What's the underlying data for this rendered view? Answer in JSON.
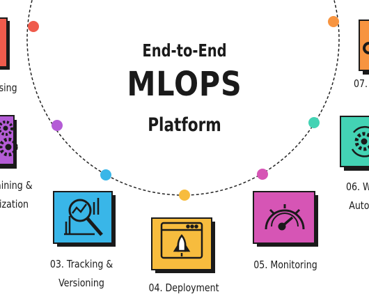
{
  "title": {
    "line1": "End-to-End",
    "line2": "MLOPS",
    "line3": "Platform"
  },
  "steps": [
    {
      "id": "processing",
      "label_lines": [
        "ssing"
      ],
      "color": "#ef5b4c",
      "icon": "partial-icon"
    },
    {
      "id": "training",
      "label_lines": [
        "aining &",
        "ization"
      ],
      "color": "#b45cd6",
      "icon": "gears-icon"
    },
    {
      "id": "tracking",
      "label_lines": [
        "03. Tracking &",
        "Versioning"
      ],
      "color": "#39b6e8",
      "icon": "magnifier-chart-icon"
    },
    {
      "id": "deployment",
      "label_lines": [
        "04. Deployment"
      ],
      "color": "#f7bc3e",
      "icon": "rocket-window-icon"
    },
    {
      "id": "monitoring",
      "label_lines": [
        "05. Monitoring"
      ],
      "color": "#d655b5",
      "icon": "gauge-icon"
    },
    {
      "id": "workflow",
      "label_lines": [
        "06. W",
        "Auto"
      ],
      "color": "#43d3b4",
      "icon": "gear-cycle-icon"
    },
    {
      "id": "step07",
      "label_lines": [
        "07."
      ],
      "color": "#f79440",
      "icon": "partial-icon"
    }
  ],
  "colors": {
    "text": "#1a1a1a",
    "ring": "#222222",
    "dots": [
      "#ef5b4c",
      "#b45cd6",
      "#39b6e8",
      "#f7bc3e",
      "#d655b5",
      "#43d3b4",
      "#f79440"
    ]
  }
}
